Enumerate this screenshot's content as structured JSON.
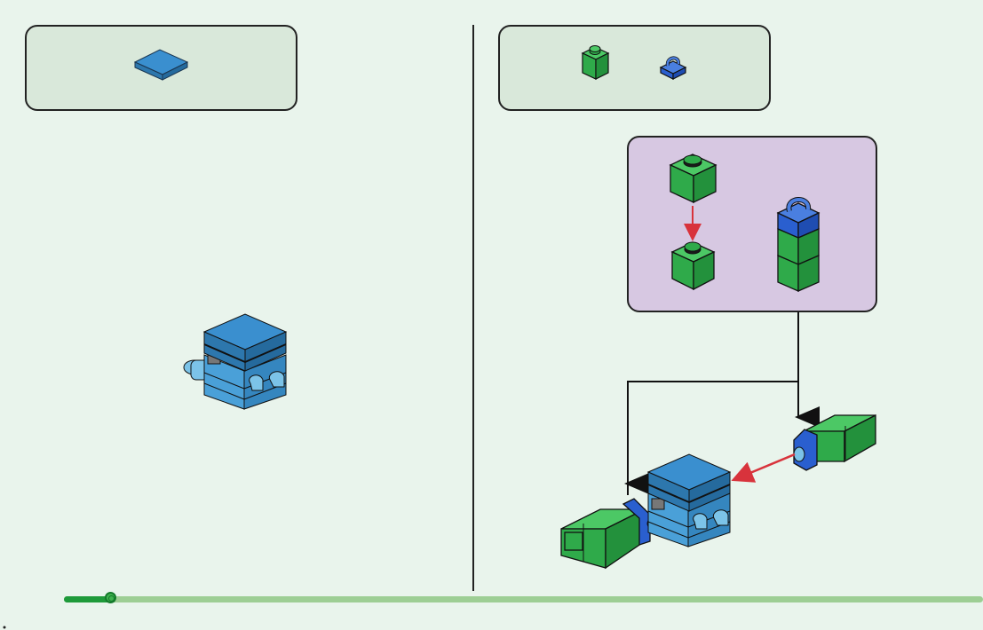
{
  "colors": {
    "background": "#e9f4ec",
    "parts_box": "#d9e8da",
    "subassembly_box": "#d7c8e2",
    "brick_blue": "#3a8fcf",
    "brick_blue_light": "#7cc3e8",
    "brick_green": "#2faa4a",
    "clip_blue": "#2a5fcf",
    "arrow_red": "#d8333c",
    "progress_fill": "#1e9a3a",
    "progress_track": "#9dce94"
  },
  "step_left": {
    "parts": [
      {
        "name": "blue-tile-2x2",
        "qty": ""
      }
    ],
    "icons": [
      "tile-icon"
    ]
  },
  "step_right": {
    "parts": [
      {
        "name": "green-brick-1x1"
      },
      {
        "name": "blue-clip-plate-1x1"
      }
    ],
    "icons": [
      "green-brick-icon",
      "blue-clip-icon"
    ]
  },
  "progress": {
    "fraction": 0.05
  }
}
